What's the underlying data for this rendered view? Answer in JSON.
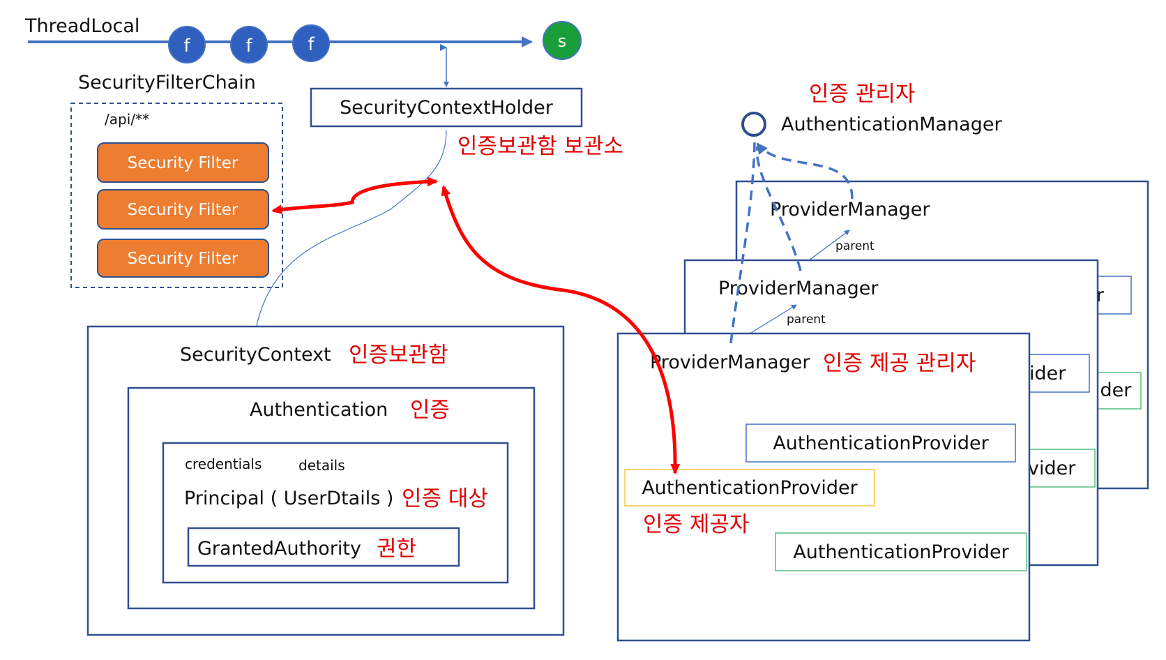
{
  "thread": {
    "label": "ThreadLocal",
    "filter_nodes": [
      "f",
      "f",
      "f"
    ],
    "end_node": "s"
  },
  "filter_chain": {
    "title": "SecurityFilterChain",
    "pattern": "/api/**",
    "filters": [
      "Security Filter",
      "Security Filter",
      "Security Filter"
    ]
  },
  "holder": {
    "label": "SecurityContextHolder",
    "kr_label": "인증보관함 보관소"
  },
  "context": {
    "label": "SecurityContext",
    "kr_label": "인증보관함",
    "authentication": {
      "label": "Authentication",
      "kr_label": "인증",
      "credentials": "credentials",
      "details": "details",
      "principal": "Principal ( UserDtails )",
      "principal_kr": "인증 대상",
      "authority": "GrantedAuthority",
      "authority_kr": "권한"
    }
  },
  "manager": {
    "label": "AuthenticationManager",
    "kr_label": "인증 관리자"
  },
  "provider_managers": {
    "back_label": "ProviderManager",
    "middle_label": "ProviderManager",
    "front_label": "ProviderManager",
    "front_kr": "인증 제공 관리자",
    "parent_label_1": "parent",
    "parent_label_2": "parent",
    "back_fragments": [
      "r",
      "ider",
      "vider"
    ],
    "middle_fragments": [
      "ider"
    ],
    "provider_top": "AuthenticationProvider",
    "provider_selected": "AuthenticationProvider",
    "provider_selected_kr": "인증 제공자",
    "provider_bottom": "AuthenticationProvider"
  },
  "colors": {
    "line": "#4472c4",
    "box_border": "#2f4f8f",
    "filter_fill": "#ed7d31",
    "node_f": "#2f5fbf",
    "node_s": "#1a9e3a",
    "korean_text": "#e00000",
    "red_arrow": "#ff0000",
    "selected_provider_border": "#f5c542",
    "green_provider_border": "#3cb371"
  }
}
